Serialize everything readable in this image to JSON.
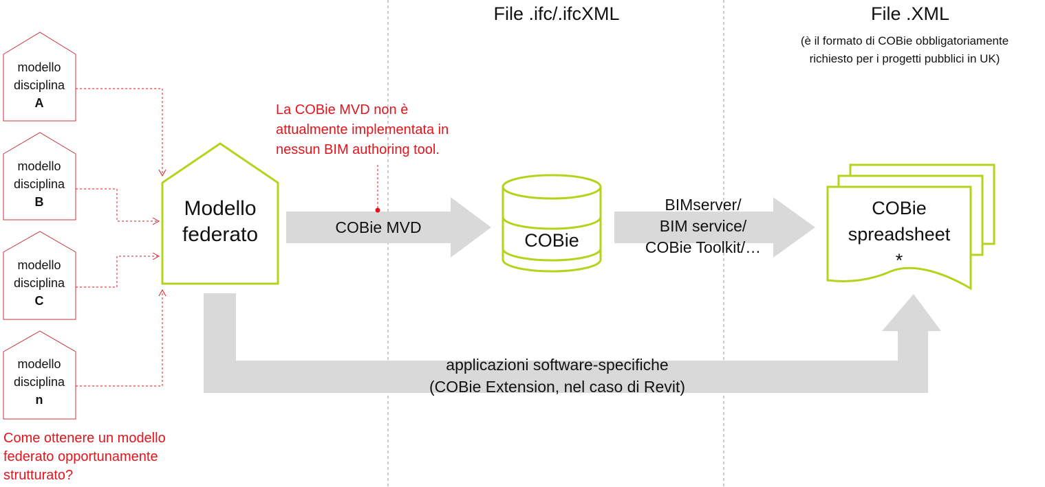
{
  "headers": {
    "ifc": "File .ifc/.ifcXML",
    "xml": "File .XML",
    "xml_note": "(è il formato di COBie obbligatoriamente\nrichiesto per i progetti pubblici in UK)"
  },
  "discipline_models": [
    {
      "line1": "modello",
      "line2": "disciplina",
      "id": "A"
    },
    {
      "line1": "modello",
      "line2": "disciplina",
      "id": "B"
    },
    {
      "line1": "modello",
      "line2": "disciplina",
      "id": "C"
    },
    {
      "line1": "modello",
      "line2": "disciplina",
      "id": "n"
    }
  ],
  "federated_model": {
    "label": "Modello\nfederato"
  },
  "question_note": "Come ottenere un modello\nfederato opportunamente\nstrutturato?",
  "mvd_note": "La COBie MVD non è\nattualmente implementata in\nnessun BIM authoring tool.",
  "arrow_mvd": {
    "label": "COBie MVD"
  },
  "database": {
    "label": "COBie"
  },
  "arrow_services": {
    "label": "BIMserver/\nBIM service/\nCOBie Toolkit/…"
  },
  "spreadsheet": {
    "label": "COBie\nspreadsheet\n*"
  },
  "bottom_arrow": {
    "label": "applicazioni software-specifiche\n(COBie Extension, nel caso di Revit)"
  },
  "colors": {
    "accent_green": "#b6d21c",
    "note_red": "#e3141b",
    "arrow_gray": "#d9d9d9",
    "house_red": "#c8323a",
    "divider_gray": "#9a9a9a"
  }
}
